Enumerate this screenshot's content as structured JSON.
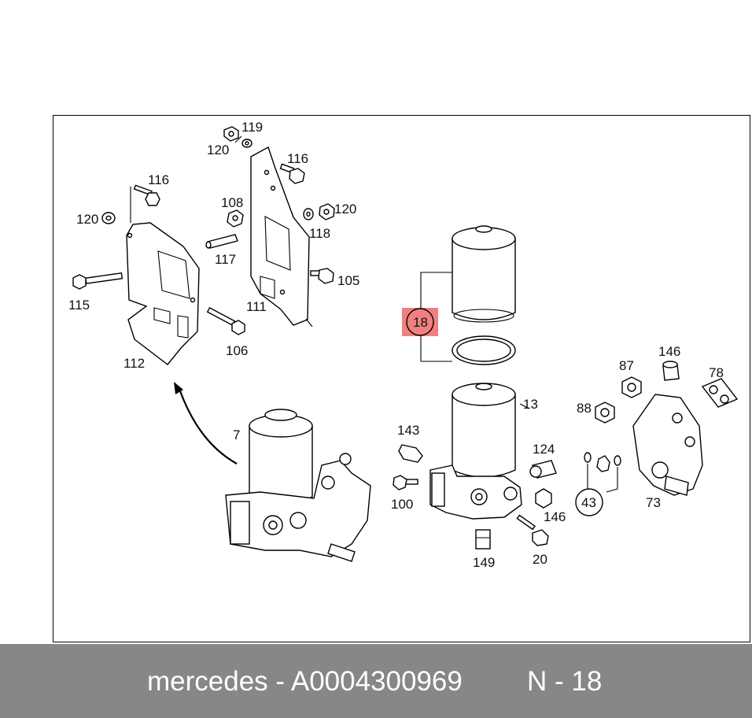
{
  "diagram": {
    "callouts": [
      {
        "id": "119",
        "text": "119"
      },
      {
        "id": "120a",
        "text": "120"
      },
      {
        "id": "116a",
        "text": "116"
      },
      {
        "id": "116b",
        "text": "116"
      },
      {
        "id": "108",
        "text": "108"
      },
      {
        "id": "120b",
        "text": "120"
      },
      {
        "id": "120c",
        "text": "120"
      },
      {
        "id": "118",
        "text": "118"
      },
      {
        "id": "117",
        "text": "117"
      },
      {
        "id": "105",
        "text": "105"
      },
      {
        "id": "115",
        "text": "115"
      },
      {
        "id": "111",
        "text": "111"
      },
      {
        "id": "106",
        "text": "106"
      },
      {
        "id": "112",
        "text": "112"
      },
      {
        "id": "18",
        "text": "18"
      },
      {
        "id": "7",
        "text": "7"
      },
      {
        "id": "13",
        "text": "13"
      },
      {
        "id": "146a",
        "text": "146"
      },
      {
        "id": "87",
        "text": "87"
      },
      {
        "id": "78",
        "text": "78"
      },
      {
        "id": "88",
        "text": "88"
      },
      {
        "id": "143",
        "text": "143"
      },
      {
        "id": "124",
        "text": "124"
      },
      {
        "id": "100",
        "text": "100"
      },
      {
        "id": "146b",
        "text": "146"
      },
      {
        "id": "43",
        "text": "43"
      },
      {
        "id": "73",
        "text": "73"
      },
      {
        "id": "149",
        "text": "149"
      },
      {
        "id": "20",
        "text": "20"
      }
    ],
    "highlight_color": "#f08080"
  },
  "footer": {
    "brand": "mercedes - A0004300969",
    "position": "N - 18",
    "background": "#878787",
    "text_color": "#ffffff"
  }
}
